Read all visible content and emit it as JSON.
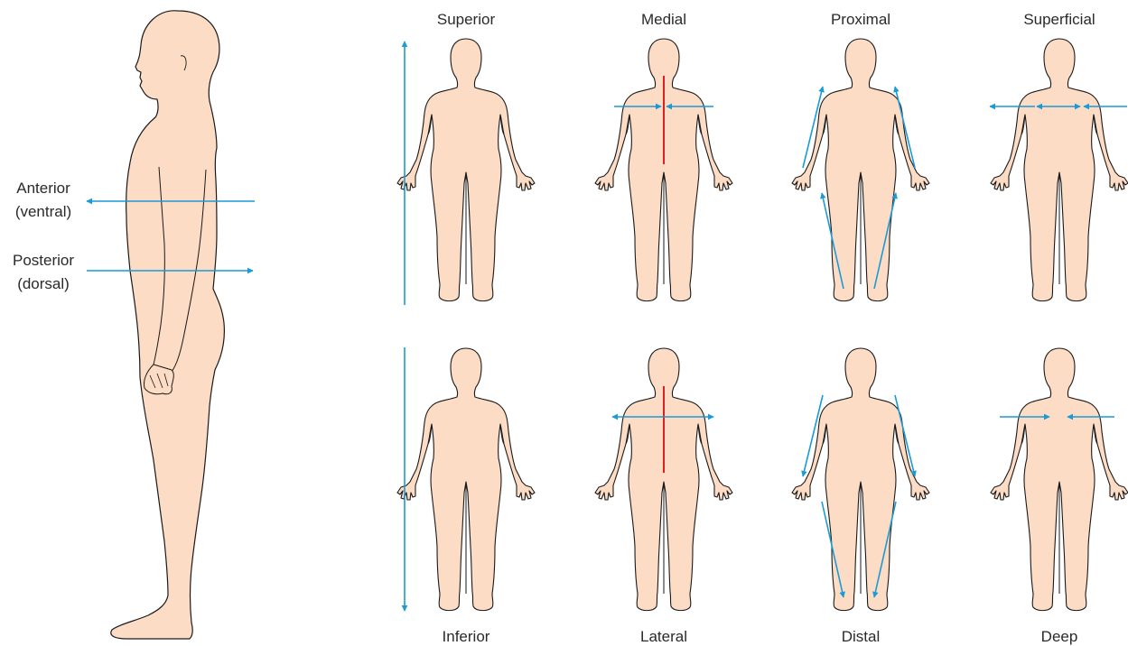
{
  "side_labels": {
    "anterior": "Anterior",
    "anterior_sub": "(ventral)",
    "posterior": "Posterior",
    "posterior_sub": "(dorsal)"
  },
  "top_row": [
    "Superior",
    "Medial",
    "Proximal",
    "Superficial"
  ],
  "bottom_row": [
    "Inferior",
    "Lateral",
    "Distal",
    "Deep"
  ],
  "colors": {
    "skin": "#fcdcc4",
    "outline": "#1a1a1a",
    "arrow": "#1a9ad6",
    "midline": "#e02020"
  }
}
